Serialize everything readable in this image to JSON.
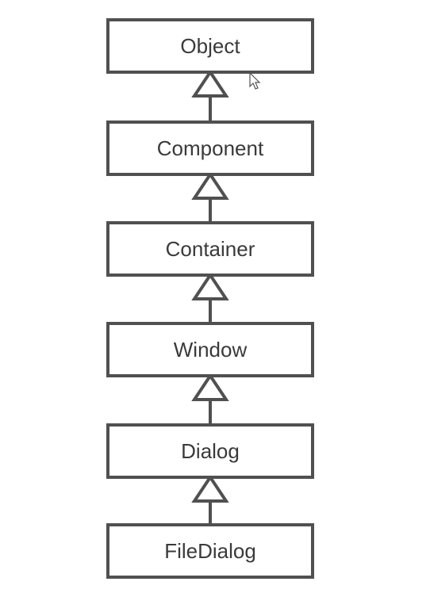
{
  "diagram": {
    "classes": [
      {
        "id": "object",
        "label": "Object"
      },
      {
        "id": "component",
        "label": "Component"
      },
      {
        "id": "container",
        "label": "Container"
      },
      {
        "id": "window",
        "label": "Window"
      },
      {
        "id": "dialog",
        "label": "Dialog"
      },
      {
        "id": "filedialog",
        "label": "FileDialog"
      }
    ],
    "relations": [
      {
        "from": "component",
        "to": "object",
        "type": "inheritance"
      },
      {
        "from": "container",
        "to": "component",
        "type": "inheritance"
      },
      {
        "from": "window",
        "to": "container",
        "type": "inheritance"
      },
      {
        "from": "dialog",
        "to": "window",
        "type": "inheritance"
      },
      {
        "from": "filedialog",
        "to": "dialog",
        "type": "inheritance"
      }
    ],
    "cursor_icon": "mouse-pointer-icon",
    "colors": {
      "stroke": "#505050",
      "text": "#3a3a3a",
      "background": "#ffffff"
    }
  }
}
